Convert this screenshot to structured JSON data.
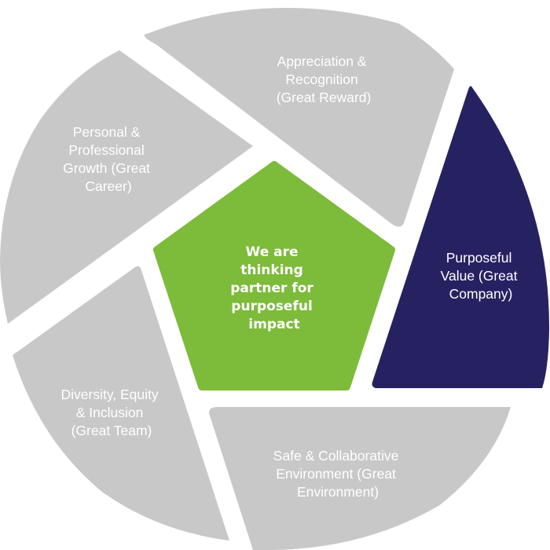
{
  "diagram": {
    "center": {
      "lines": [
        "We are",
        "thinking",
        "partner for",
        "purposeful",
        "impact"
      ],
      "fill": "#7dbb3a",
      "text_color": "#ffffff"
    },
    "segments": [
      {
        "id": "appreciation",
        "lines": [
          "Appreciation &",
          "Recognition",
          "(Great Reward)"
        ],
        "fill": "#c8c8c8",
        "text_color": "#ffffff"
      },
      {
        "id": "purposeful-value",
        "lines": [
          "Purposeful",
          "Value (Great",
          "Company)"
        ],
        "fill": "#262262",
        "text_color": "#ffffff"
      },
      {
        "id": "safe-collaborative",
        "lines": [
          "Safe & Collaborative",
          "Environment (Great",
          "Environment)"
        ],
        "fill": "#c8c8c8",
        "text_color": "#ffffff"
      },
      {
        "id": "diversity",
        "lines": [
          "Diversity, Equity",
          "& Inclusion",
          "(Great Team)"
        ],
        "fill": "#c8c8c8",
        "text_color": "#ffffff"
      },
      {
        "id": "personal-growth",
        "lines": [
          "Personal &",
          "Professional",
          "Growth (Great",
          "Career)"
        ],
        "fill": "#c8c8c8",
        "text_color": "#ffffff"
      }
    ]
  }
}
